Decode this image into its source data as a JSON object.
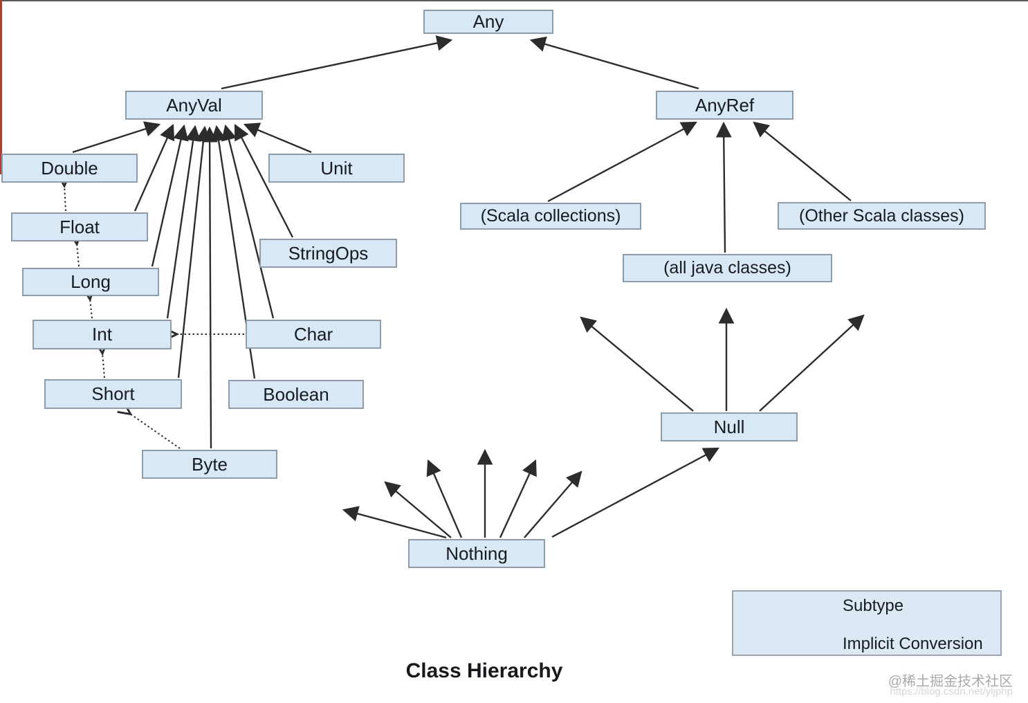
{
  "diagram": {
    "title": "Class Hierarchy",
    "nodes": {
      "any": "Any",
      "anyval": "AnyVal",
      "anyref": "AnyRef",
      "double": "Double",
      "unit": "Unit",
      "float": "Float",
      "stringops": "StringOps",
      "long": "Long",
      "int": "Int",
      "char": "Char",
      "short": "Short",
      "boolean": "Boolean",
      "byte": "Byte",
      "scala_collections": "(Scala collections)",
      "all_java_classes": "(all java classes)",
      "other_scala_classes": "(Other Scala classes)",
      "null": "Null",
      "nothing": "Nothing"
    },
    "legend": {
      "subtype_label": "Subtype",
      "implicit_label": "Implicit Conversion"
    },
    "colors": {
      "node_fill": "#d9e8f5",
      "node_border": "#8e9ca9",
      "arrow": "#2a2c2e",
      "left_strip": "#b13a32"
    },
    "edge_semantics": {
      "solid_arrow": "subtype relationship (points to supertype)",
      "dotted_arrow": "implicit conversion"
    }
  },
  "watermark": {
    "line1": "@稀土掘金技术社区",
    "line2": "https://blog.csdn.net/yljphp"
  }
}
